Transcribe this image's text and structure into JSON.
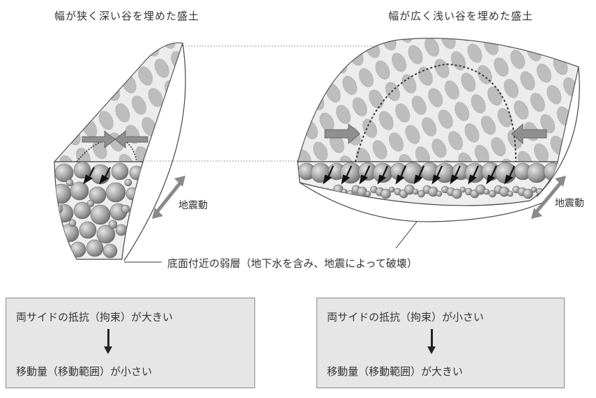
{
  "titles": {
    "narrow": "幅が狭く深い谷を埋めた盛土",
    "wide": "幅が広く浅い谷を埋めた盛土"
  },
  "labels": {
    "seismic_left": "地震動",
    "seismic_right": "地震動",
    "weak_layer": "底面付近の弱層（地下水を含み、地震によって破壊）"
  },
  "boxes": {
    "left": {
      "line1": "両サイドの抵抗（拘束）が大きい",
      "line2": "移動量（移動範囲）が小さい"
    },
    "right": {
      "line1": "両サイドの抵抗（拘束）が小さい",
      "line2": "移動量（移動範囲）が大きい"
    }
  },
  "colors": {
    "fill_gray": "#d8d8d8",
    "ellipse": "#b8b8b8",
    "sphere": "#9a9a9a",
    "arrow": "#888888",
    "dark": "#222222"
  }
}
